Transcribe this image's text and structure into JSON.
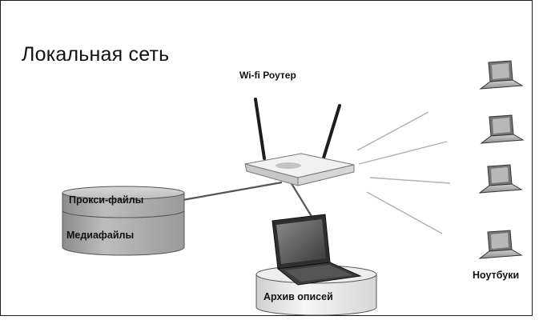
{
  "title": "Локальная сеть",
  "labels": {
    "router": "Wi-fi Роутер",
    "proxy_files": "Прокси-файлы",
    "media_files": "Медиафайлы",
    "archive": "Архив описей",
    "notebooks": "Ноутбуки"
  },
  "icons": {
    "router": "wifi-router-icon",
    "laptop": "laptop-icon",
    "storage": "storage-cylinder-icon"
  }
}
